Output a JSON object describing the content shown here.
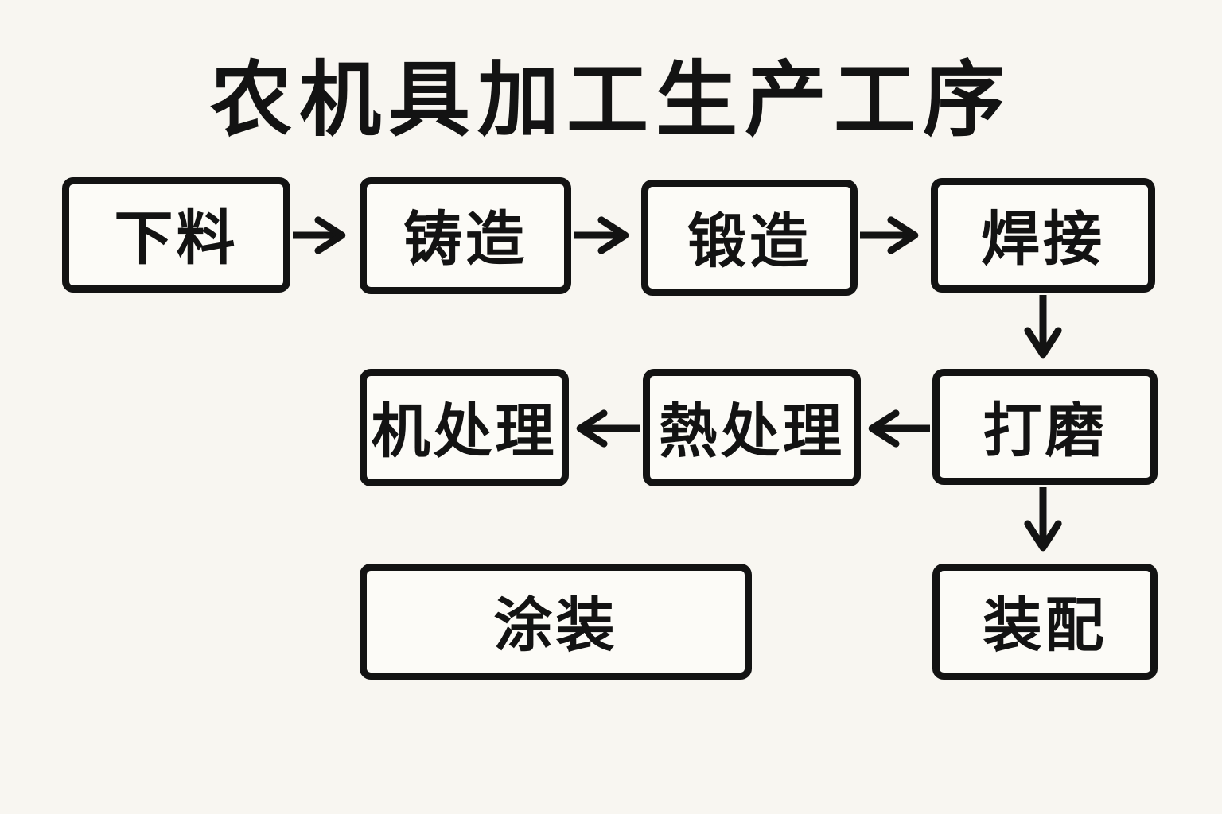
{
  "page": {
    "title": "农机具加工生产工序"
  },
  "flowchart": {
    "type": "process-flow",
    "nodes": {
      "xialiao": {
        "label": "下料"
      },
      "zhuzao": {
        "label": "铸造"
      },
      "duanzao": {
        "label": "锻造"
      },
      "hanjie": {
        "label": "焊接"
      },
      "damo": {
        "label": "打磨"
      },
      "rechuli": {
        "label": "熱处理"
      },
      "jichuli": {
        "label": "机处理"
      },
      "tuzhuang": {
        "label": "涂装"
      },
      "zhuangpei": {
        "label": "装配"
      }
    },
    "edges": [
      {
        "from": "下料",
        "to": "铸造",
        "direction": "right"
      },
      {
        "from": "铸造",
        "to": "锻造",
        "direction": "right"
      },
      {
        "from": "锻造",
        "to": "焊接",
        "direction": "right"
      },
      {
        "from": "焊接",
        "to": "打磨",
        "direction": "down"
      },
      {
        "from": "打磨",
        "to": "熱处理",
        "direction": "left"
      },
      {
        "from": "熱处理",
        "to": "机处理",
        "direction": "left"
      },
      {
        "from": "打磨",
        "to": "装配",
        "direction": "down"
      }
    ],
    "colors": {
      "background": "#f8f6f1",
      "node_fill": "#fcfbf7",
      "node_border": "#131313",
      "text": "#131313",
      "arrow": "#131313"
    }
  }
}
